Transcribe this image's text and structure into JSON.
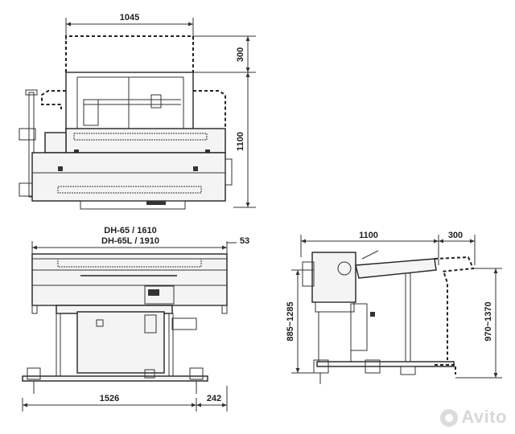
{
  "dimensions": {
    "top_width": "1045",
    "top_height_ext": "300",
    "top_height": "1100",
    "front_model_1": "DH-65  / 1610",
    "front_model_2": "DH-65L / 1910",
    "front_offset": "53",
    "front_base": "1526",
    "front_base_ext": "242",
    "side_width": "1100",
    "side_ext": "300",
    "side_height_range": "885~1285",
    "side_height_range_ext": "970~1370"
  },
  "watermark": {
    "brand": "Avito"
  }
}
